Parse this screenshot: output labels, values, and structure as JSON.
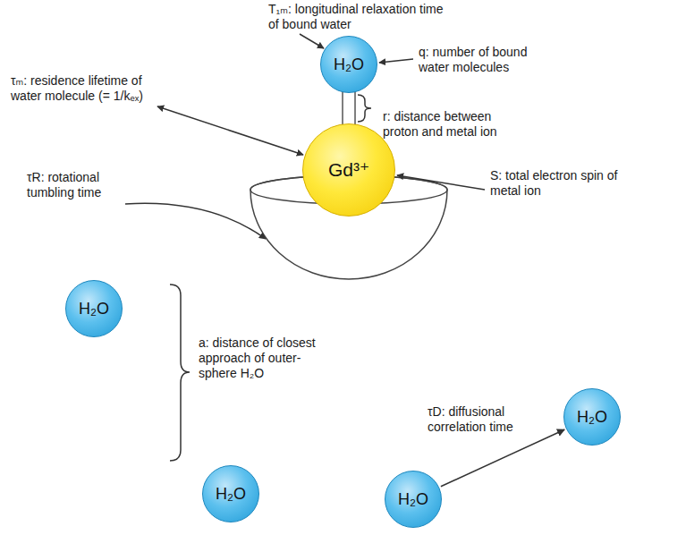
{
  "diagram": {
    "nodes": [
      {
        "text": [
          "H₂O"
        ]
      },
      {
        "text": [
          "Gd³⁺"
        ]
      },
      {
        "text": [
          "H₂O"
        ]
      },
      {
        "text": [
          "H₂O"
        ]
      },
      {
        "text": [
          "H₂O"
        ]
      },
      {
        "text": [
          "H₂O"
        ]
      }
    ],
    "edges": [
      {
        "from": 0,
        "to": 1,
        "arrow": "none"
      },
      {
        "from": 5,
        "to": 3,
        "arrow": "to"
      }
    ],
    "labels": [
      "T₁ₘ: longitudinal relaxation time of bound water",
      "q: number of bound water molecules",
      "τₘ: residence lifetime of water molecule (= 1/kₑₓ)",
      "τR: rotational tumbling time",
      "r: distance between proton and metal ion",
      "S: total electron spin of metal ion",
      "a: distance of closest approach of outer-sphere H₂O",
      "τD: diffusional correlation time"
    ]
  }
}
